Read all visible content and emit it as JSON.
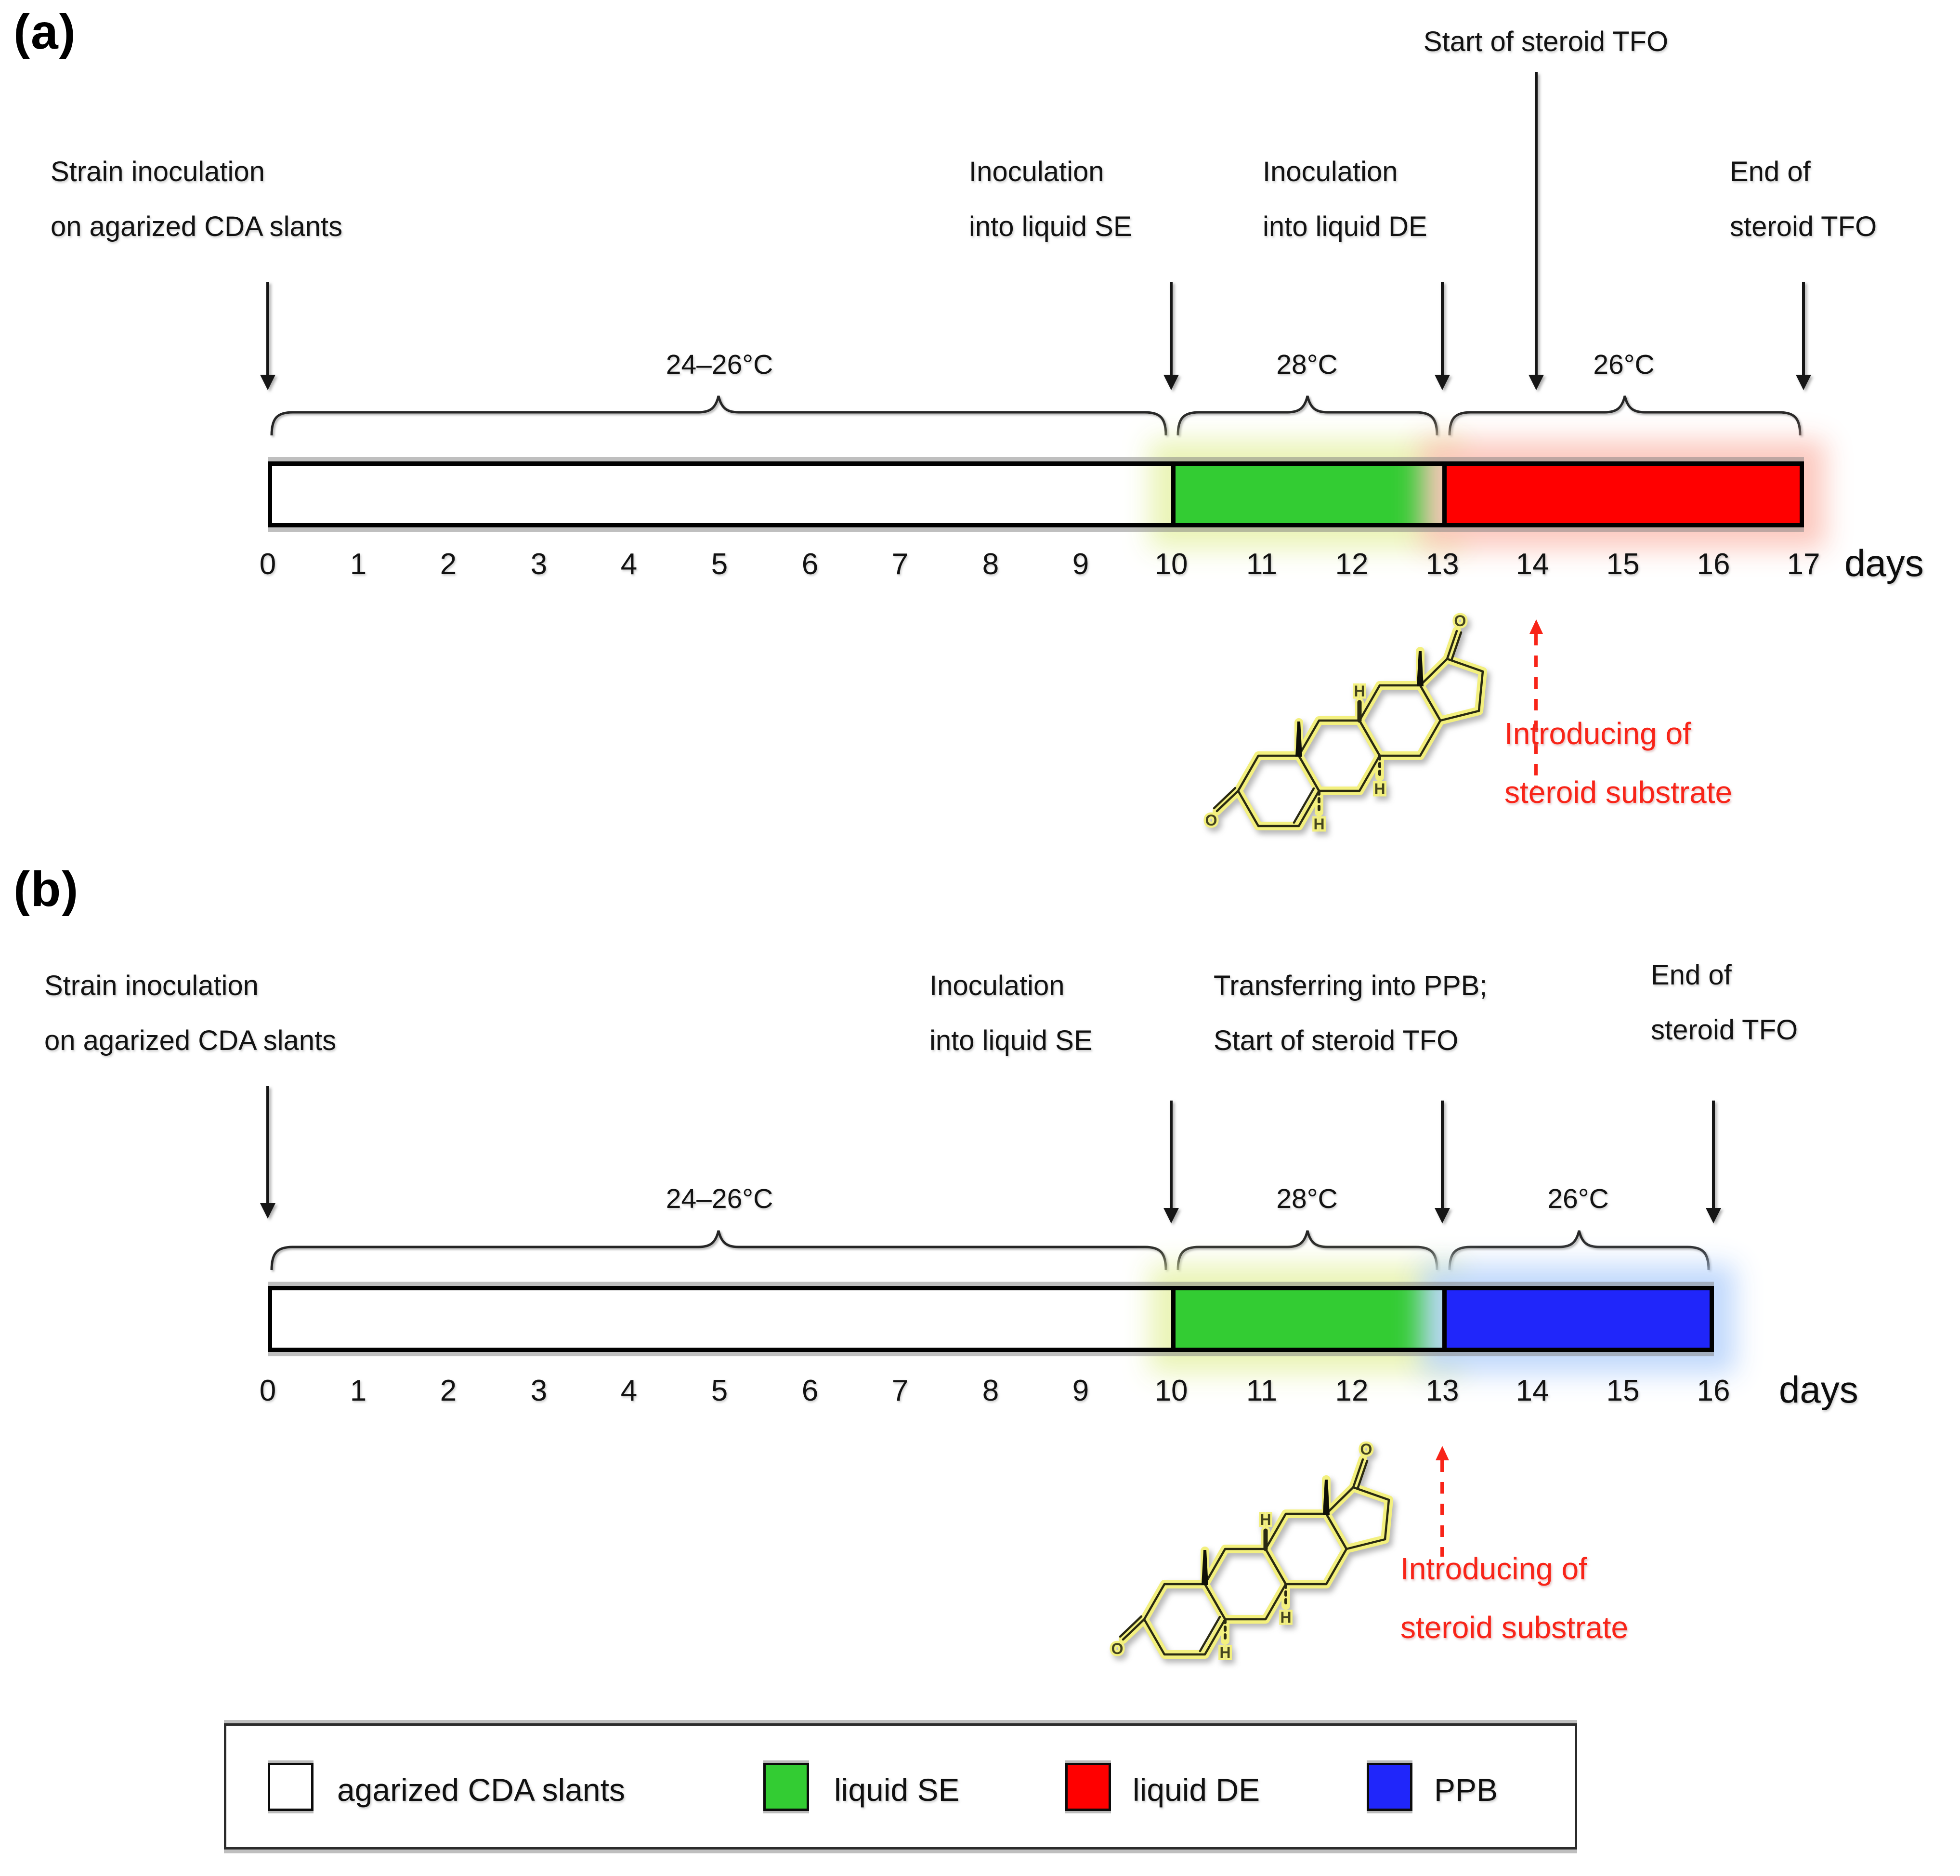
{
  "figure": {
    "molecule": {
      "o_label": "O",
      "h_label": "H"
    },
    "colors": {
      "cda_white": "#ffffff",
      "se_green": "#33cc33",
      "de_red": "#ff0000",
      "ppb_blue": "#2026fa",
      "note_red": "#f82418"
    },
    "panel_a": {
      "label": "(a)",
      "annotations": {
        "strain": {
          "line1": "Strain inoculation",
          "line2": "on agarized CDA slants"
        },
        "se": {
          "line1": "Inoculation",
          "line2": "into liquid SE"
        },
        "de": {
          "line1": "Inoculation",
          "line2": "into liquid DE"
        },
        "tfo_start": {
          "line1": "Start of steroid TFO"
        },
        "tfo_end": {
          "line1": "End of",
          "line2": "steroid TFO"
        }
      },
      "temperatures": [
        "24–26°C",
        "28°C",
        "26°C"
      ],
      "segments": [
        {
          "medium": "agarized CDA slants",
          "from_day": 0,
          "to_day": 10,
          "temperature": "24–26°C"
        },
        {
          "medium": "liquid SE",
          "from_day": 10,
          "to_day": 13,
          "temperature": "28°C"
        },
        {
          "medium": "liquid DE",
          "from_day": 13,
          "to_day": 17,
          "temperature": "26°C"
        }
      ],
      "days": [
        "0",
        "1",
        "2",
        "3",
        "4",
        "5",
        "6",
        "7",
        "8",
        "9",
        "10",
        "11",
        "12",
        "13",
        "14",
        "15",
        "16",
        "17"
      ],
      "days_label": "days",
      "substrate_note": {
        "line1": "Introducing of",
        "line2": "steroid substrate"
      }
    },
    "panel_b": {
      "label": "(b)",
      "annotations": {
        "strain": {
          "line1": "Strain inoculation",
          "line2": "on agarized CDA slants"
        },
        "se": {
          "line1": "Inoculation",
          "line2": "into liquid SE"
        },
        "ppb": {
          "line1": "Transferring into PPB;",
          "line2": "Start of steroid TFO"
        },
        "tfo_end": {
          "line1": "End of",
          "line2": "steroid TFO"
        }
      },
      "temperatures": [
        "24–26°C",
        "28°C",
        "26°C"
      ],
      "segments": [
        {
          "medium": "agarized CDA slants",
          "from_day": 0,
          "to_day": 10,
          "temperature": "24–26°C"
        },
        {
          "medium": "liquid SE",
          "from_day": 10,
          "to_day": 13,
          "temperature": "28°C"
        },
        {
          "medium": "PPB",
          "from_day": 13,
          "to_day": 16,
          "temperature": "26°C"
        }
      ],
      "days": [
        "0",
        "1",
        "2",
        "3",
        "4",
        "5",
        "6",
        "7",
        "8",
        "9",
        "10",
        "11",
        "12",
        "13",
        "14",
        "15",
        "16"
      ],
      "days_label": "days",
      "substrate_note": {
        "line1": "Introducing of",
        "line2": "steroid substrate"
      }
    },
    "legend": {
      "items": [
        {
          "label": "agarized CDA slants",
          "color": "#ffffff"
        },
        {
          "label": "liquid SE",
          "color": "#33cc33"
        },
        {
          "label": "liquid DE",
          "color": "#ff0000"
        },
        {
          "label": "PPB",
          "color": "#2026fa"
        }
      ]
    }
  }
}
